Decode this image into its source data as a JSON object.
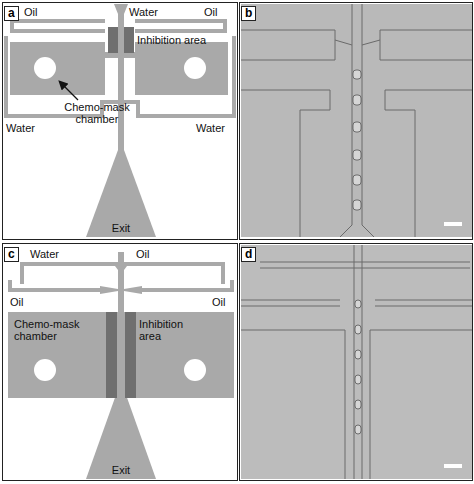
{
  "diagram": {
    "nodes": [
      {
        "text": [
          "a"
        ]
      },
      {
        "text": [
          "b"
        ]
      },
      {
        "text": [
          "c"
        ]
      },
      {
        "text": [
          "d"
        ]
      }
    ],
    "labels": [
      "Oil",
      "Water",
      "Oil",
      "Inhibition area",
      "Chemo-mask chamber",
      "Water",
      "Water",
      "Exit",
      "Water",
      "Oil",
      "Oil",
      "Oil",
      "Chemo-mask chamber",
      "Inhibition area",
      "Exit"
    ]
  }
}
